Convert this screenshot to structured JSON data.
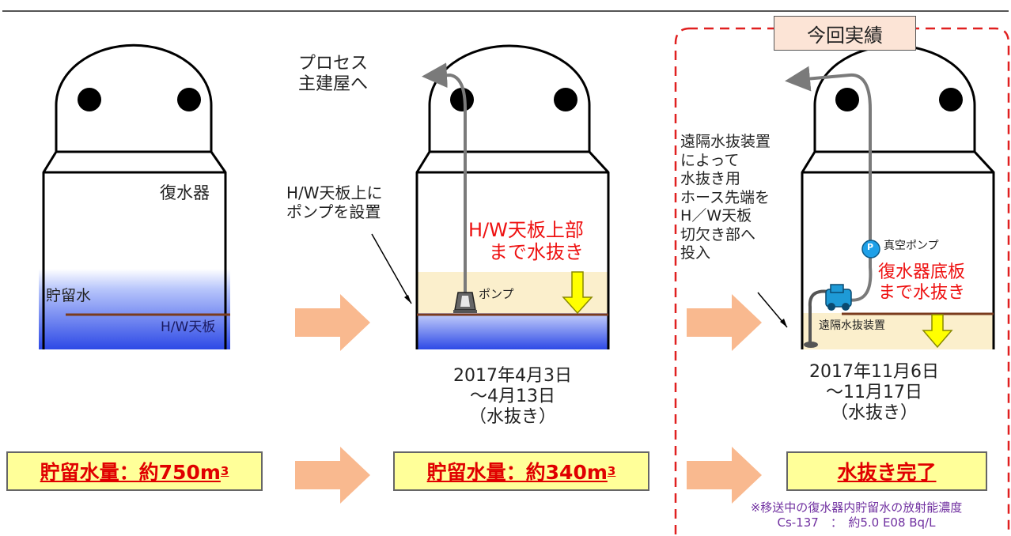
{
  "stage1": {
    "condenser_label": "復水器",
    "water_label": "貯留水",
    "hw_label": "H/W天板"
  },
  "stage2": {
    "process_label_line1": "プロセス",
    "process_label_line2": "主建屋へ",
    "pump_install_line1": "H/W天板上に",
    "pump_install_line2": "ポンプを設置",
    "drain_line1": "H/W天板上部",
    "drain_line2": "まで水抜き",
    "pump_label": "ポンプ",
    "date_line1": "2017年4月3日",
    "date_line2": "～4月13日",
    "date_line3": "（水抜き）"
  },
  "stage3": {
    "badge": "今回実績",
    "desc_lines": [
      "遠隔水抜装置",
      "によって",
      "水抜き用",
      "ホース先端を",
      "H／W天板",
      "切欠き部へ",
      "投入"
    ],
    "vacuum_pump_label": "真空ポンプ",
    "pump_icon_letter": "P",
    "drain_line1": "復水器底板",
    "drain_line2": "まで水抜き",
    "device_label": "遠隔水抜装置",
    "date_line1": "2017年11月6日",
    "date_line2": "～11月17日",
    "date_line3": "（水抜き）"
  },
  "volumes": {
    "v1_text": "貯留水量：約750m",
    "v2_text": "貯留水量：約340m",
    "v3_text": "水抜き完了",
    "unit_sup": "3"
  },
  "notes": {
    "line1": "※移送中の復水器内貯留水の放射能濃度",
    "line2": "Cs-137　：　約5.0 E08 Bq/L"
  },
  "colors": {
    "water": "#3355ee",
    "arrow": "#f9b98f",
    "drain_text": "#ee1111",
    "box_fill": "#ffff99",
    "dash_frame": "#e02020",
    "note_text": "#7030a0",
    "beige": "#fbefcc"
  }
}
